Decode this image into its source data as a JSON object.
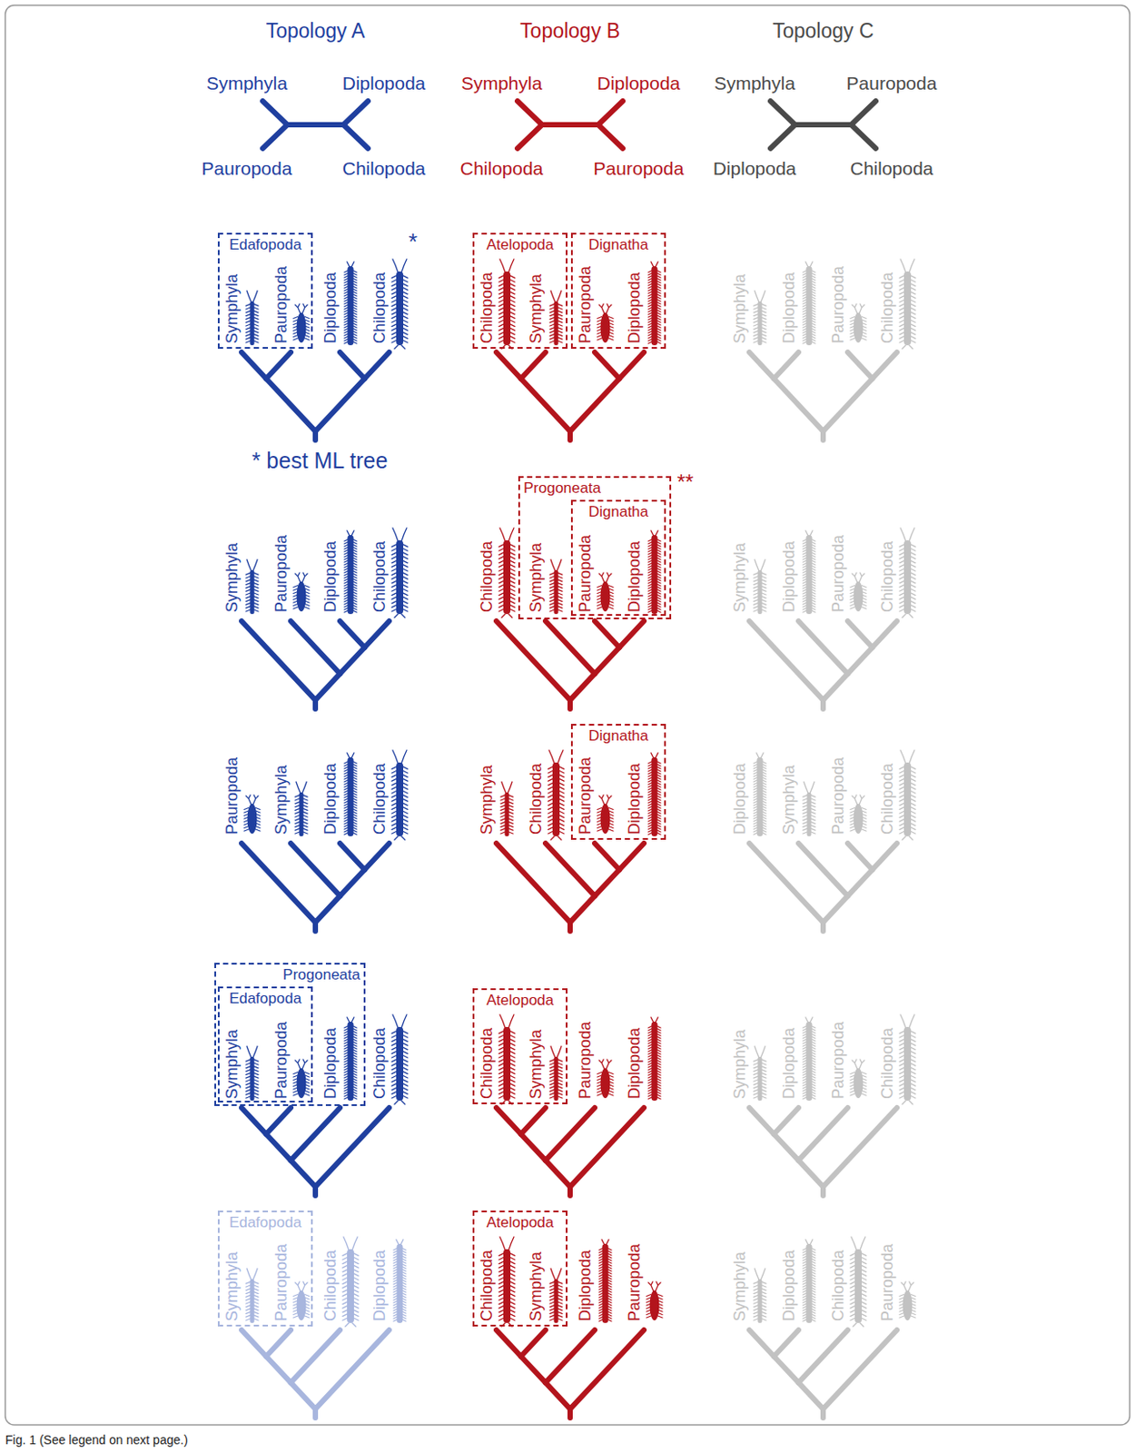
{
  "diagram": {
    "caption": "Fig. 1 (See legend on next page.)",
    "nodes": [
      {
        "text": [
          "Edafopoda"
        ]
      },
      {
        "text": [
          "Atelopoda"
        ]
      },
      {
        "text": [
          "Dignatha"
        ]
      },
      {
        "text": [
          "Progoneata"
        ]
      },
      {
        "text": [
          "Dignatha"
        ],
        "in": 3
      },
      {
        "text": [
          "Dignatha"
        ]
      },
      {
        "text": [
          "Progoneata"
        ]
      },
      {
        "text": [
          "Edafopoda"
        ],
        "in": 6
      },
      {
        "text": [
          "Atelopoda"
        ]
      },
      {
        "text": [
          "Edafopoda"
        ]
      },
      {
        "text": [
          "Atelopoda"
        ]
      }
    ],
    "labels": [
      "Topology A",
      "Topology B",
      "Topology C",
      "Symphyla",
      "Diplopoda",
      "Pauropoda",
      "Chilopoda",
      "Symphyla",
      "Diplopoda",
      "Chilopoda",
      "Pauropoda",
      "Symphyla",
      "Pauropoda",
      "Diplopoda",
      "Chilopoda",
      "Symphyla",
      "Pauropoda",
      "Diplopoda",
      "Chilopoda",
      "Chilopoda",
      "Symphyla",
      "Pauropoda",
      "Diplopoda",
      "Symphyla",
      "Diplopoda",
      "Pauropoda",
      "Chilopoda",
      "Symphyla",
      "Pauropoda",
      "Diplopoda",
      "Chilopoda",
      "Chilopoda",
      "Symphyla",
      "Pauropoda",
      "Diplopoda",
      "Symphyla",
      "Diplopoda",
      "Pauropoda",
      "Chilopoda",
      "Pauropoda",
      "Symphyla",
      "Diplopoda",
      "Chilopoda",
      "Symphyla",
      "Chilopoda",
      "Pauropoda",
      "Diplopoda",
      "Diplopoda",
      "Symphyla",
      "Pauropoda",
      "Chilopoda",
      "Symphyla",
      "Pauropoda",
      "Diplopoda",
      "Chilopoda",
      "Chilopoda",
      "Symphyla",
      "Pauropoda",
      "Diplopoda",
      "Symphyla",
      "Diplopoda",
      "Pauropoda",
      "Chilopoda",
      "Symphyla",
      "Pauropoda",
      "Chilopoda",
      "Diplopoda",
      "Chilopoda",
      "Symphyla",
      "Diplopoda",
      "Pauropoda",
      "Symphyla",
      "Diplopoda",
      "Chilopoda",
      "Pauropoda",
      "*",
      "* best ML tree",
      "**"
    ]
  }
}
